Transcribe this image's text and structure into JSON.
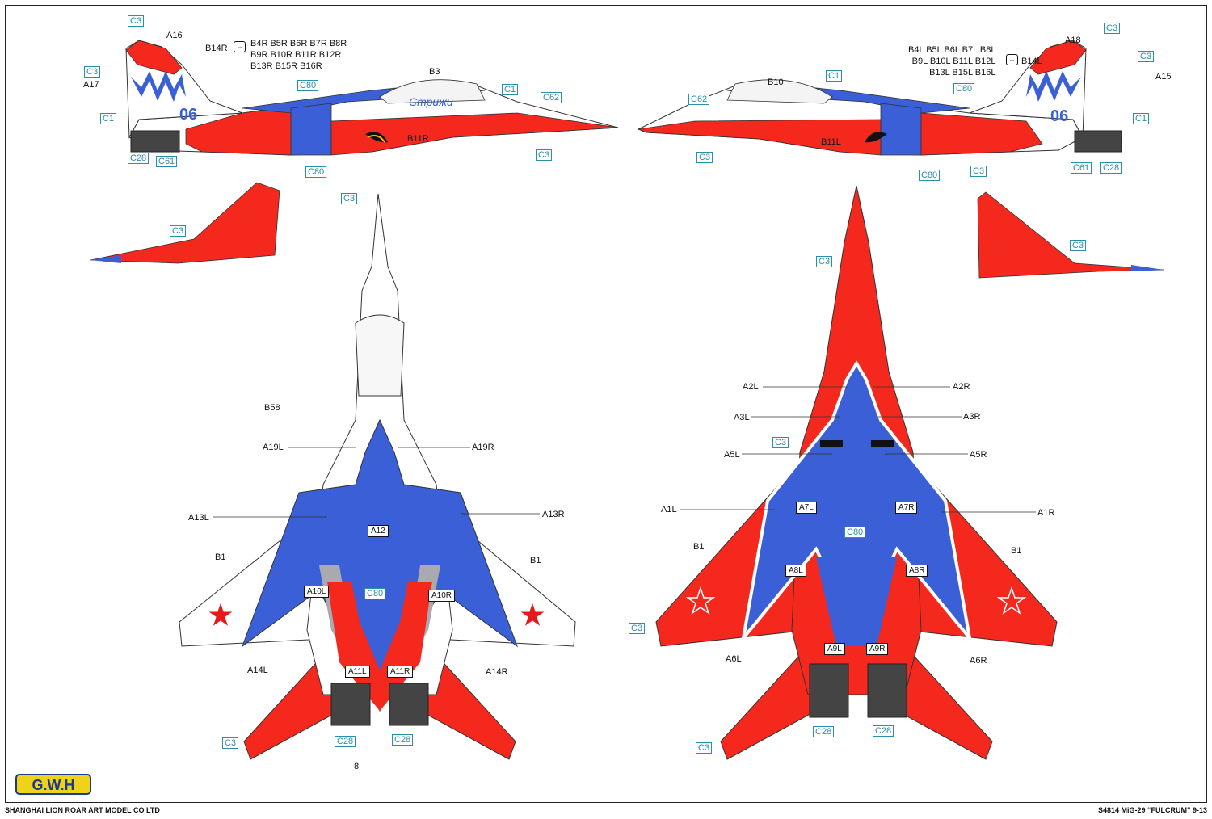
{
  "labels": {
    "a16": "A16",
    "b14r": "B14R",
    "a17": "A17",
    "b3": "B3",
    "b11r": "B11R",
    "b10": "B10",
    "b11l": "B11L",
    "a18": "A18",
    "a15": "A15",
    "b14l": "B14L",
    "b58": "B58",
    "a19l": "A19L",
    "a19r": "A19R",
    "a13l": "A13L",
    "a13r": "A13R",
    "a12": "A12",
    "b1_tl": "B1",
    "b1_tr": "B1",
    "a10l": "A10L",
    "a10r": "A10R",
    "a14l": "A14L",
    "a14r": "A14R",
    "a11l": "A11L",
    "a11r": "A11R",
    "a2l": "A2L",
    "a2r": "A2R",
    "a3l": "A3L",
    "a3r": "A3R",
    "a5l": "A5L",
    "a5r": "A5R",
    "a1l": "A1L",
    "a1r": "A1R",
    "a7l": "A7L",
    "a7r": "A7R",
    "a8l": "A8L",
    "a8r": "A8R",
    "b1_bl": "B1",
    "b1_br": "B1",
    "a6l": "A6L",
    "a6r": "A6R",
    "a9l": "A9L",
    "a9r": "A9R"
  },
  "multi": {
    "right_line1": "B4R B5R B6R B7R B8R",
    "right_line2": "B9R B10R B11R B12R",
    "right_line3": "B13R B15R B16R",
    "left_line1": "B4L B5L B6L B7L B8L",
    "left_line2": "B9L B10L B11L B12L",
    "left_line3": "B13L B15L B16L",
    "arrow_icon": "⇔"
  },
  "codes": {
    "c3": "C3",
    "c1": "C1",
    "c80": "C80",
    "c62": "C62",
    "c28": "C28",
    "c61": "C61"
  },
  "markings": {
    "tail_number": "06",
    "fuselage_text": "Стрижи"
  },
  "footer": {
    "left": "SHANGHAI LION ROAR ART MODEL CO LTD",
    "right": "S4814 MiG-29 “FULCRUM” 9-13",
    "page": "8",
    "logo": "G.W.H"
  },
  "colors": {
    "red": "#f5281e",
    "blue": "#3a5fd6",
    "white": "#ffffff",
    "gray": "#a9aab0",
    "outline": "#333333",
    "teal": "#2a8fa8"
  }
}
